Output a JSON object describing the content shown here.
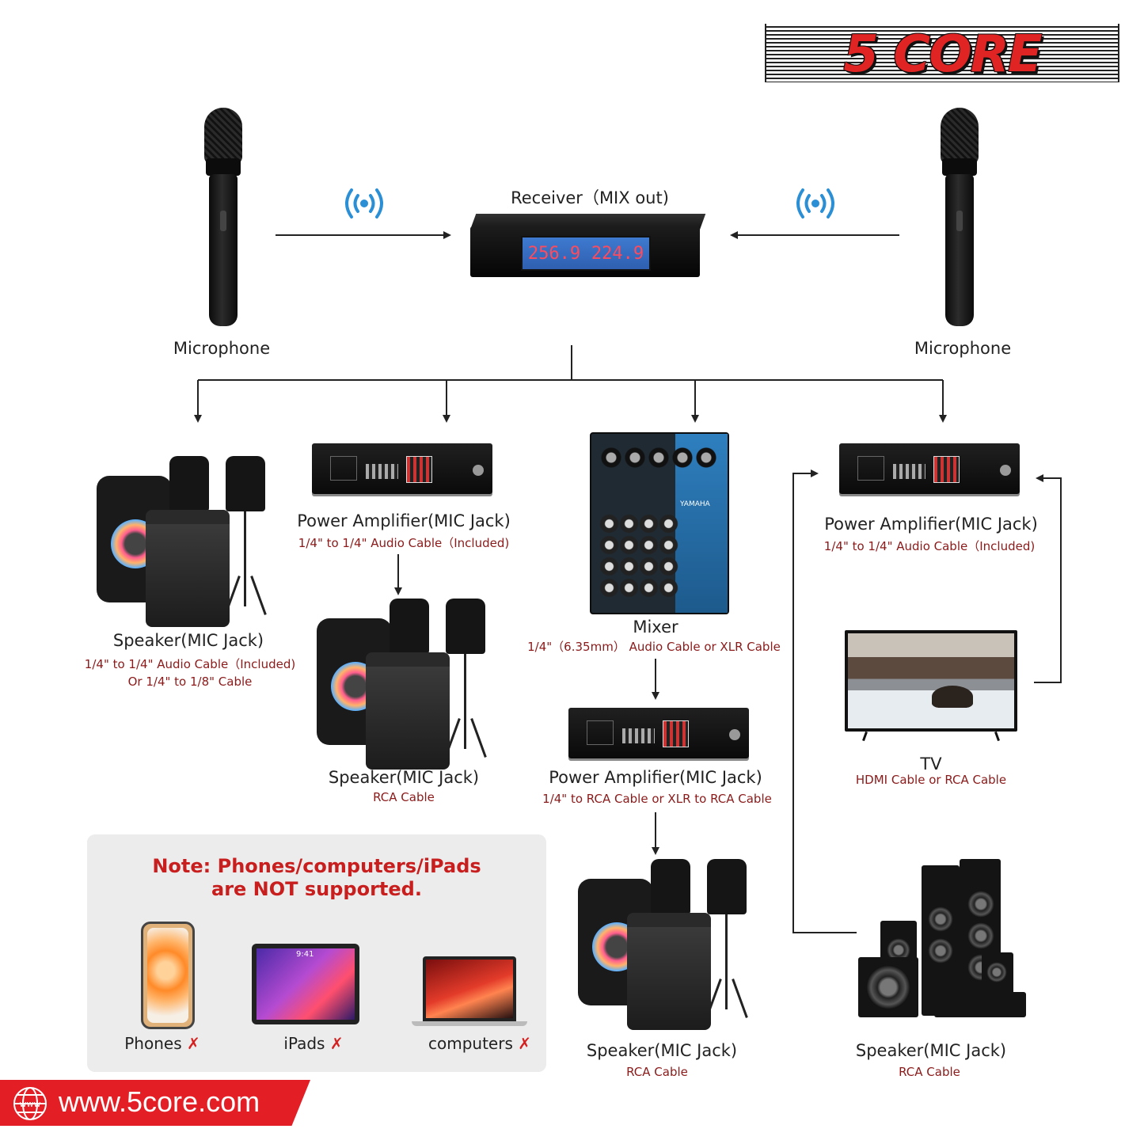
{
  "brand": {
    "logo_text": "5 CORE",
    "website": "www.5core.com",
    "globe_text": "www"
  },
  "top": {
    "mic_left_label": "Microphone",
    "mic_right_label": "Microphone",
    "receiver_label": "Receiver（MIX out)",
    "receiver_display_left": "256.9",
    "receiver_display_right": "224.9"
  },
  "outputs": {
    "speaker1": {
      "title": "Speaker(MIC Jack)",
      "cable_line1": "1/4\" to 1/4\" Audio Cable（Included)",
      "cable_line2": "Or 1/4\"  to 1/8\" Cable"
    },
    "amp1": {
      "title": "Power Amplifier(MIC Jack)",
      "cable": "1/4\" to 1/4\" Audio Cable（Included)"
    },
    "speaker2": {
      "title": "Speaker(MIC Jack)",
      "cable": "RCA Cable"
    },
    "mixer": {
      "title": "Mixer",
      "cable": "1/4\"（6.35mm） Audio Cable or XLR Cable",
      "brand_text": "YAMAHA"
    },
    "amp2": {
      "title": "Power Amplifier(MIC Jack)",
      "cable": "1/4\" to RCA Cable  or XLR to RCA Cable"
    },
    "speaker3": {
      "title": "Speaker(MIC Jack)",
      "cable": "RCA Cable"
    },
    "amp3": {
      "title": "Power Amplifier(MIC Jack)",
      "cable": "1/4\" to 1/4\" Audio Cable（Included)"
    },
    "tv": {
      "title": "TV",
      "cable": "HDMI Cable or RCA Cable"
    },
    "speaker4": {
      "title": "Speaker(MIC Jack)",
      "cable": "RCA Cable"
    }
  },
  "note": {
    "line1": "Note: Phones/computers/iPads",
    "line2": "are NOT supported.",
    "devices": [
      {
        "label": "Phones",
        "mark": "✗"
      },
      {
        "label": "iPads",
        "mark": "✗"
      },
      {
        "label": "computers",
        "mark": "✗"
      }
    ],
    "ipad_time": "9:41"
  },
  "colors": {
    "accent_red": "#e41e25",
    "cable_text": "#8b1a1a",
    "wireless_blue": "#2b8fd6"
  }
}
